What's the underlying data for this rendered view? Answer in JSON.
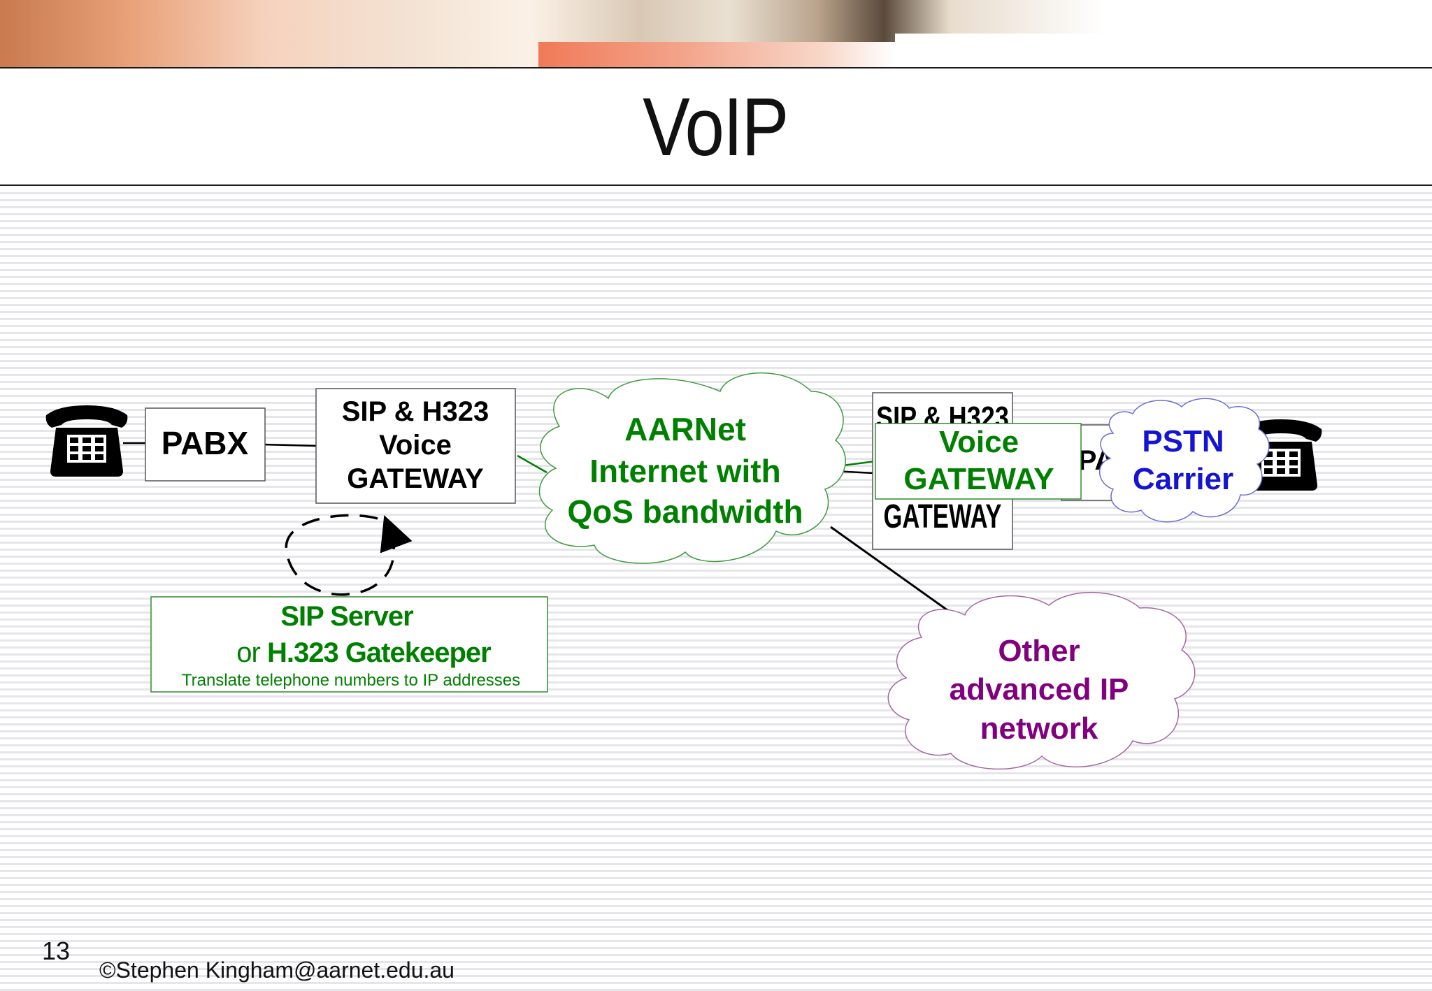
{
  "slide": {
    "title": "VoIP",
    "page_number": "13",
    "copyright": "©Stephen Kingham@aarnet.edu.au"
  },
  "nodes": {
    "pabx_left": "PABX",
    "gateway_left": [
      "SIP & H323",
      "Voice",
      "GATEWAY"
    ],
    "cloud_aarnet": [
      "AARNet",
      "Internet with",
      "QoS bandwidth"
    ],
    "gateway_right_back": [
      "SIP & H323",
      "GATEWAY"
    ],
    "gateway_right_front": [
      "Voice",
      "GATEWAY"
    ],
    "pabx_right": "PA",
    "cloud_pstn": [
      "PSTN",
      "Carrier"
    ],
    "cloud_other": [
      "Other",
      "advanced IP",
      "network"
    ],
    "sip_server": {
      "line1": "SIP Server",
      "line2_prefix": "or ",
      "line2_bold": "H.323 Gatekeeper",
      "line3": "Translate telephone numbers to IP addresses"
    }
  },
  "colors": {
    "green": "#008000",
    "blue": "#1414d2",
    "purple": "#800080",
    "black": "#000000"
  },
  "icons": [
    "telephone-icon-left",
    "telephone-icon-right"
  ]
}
